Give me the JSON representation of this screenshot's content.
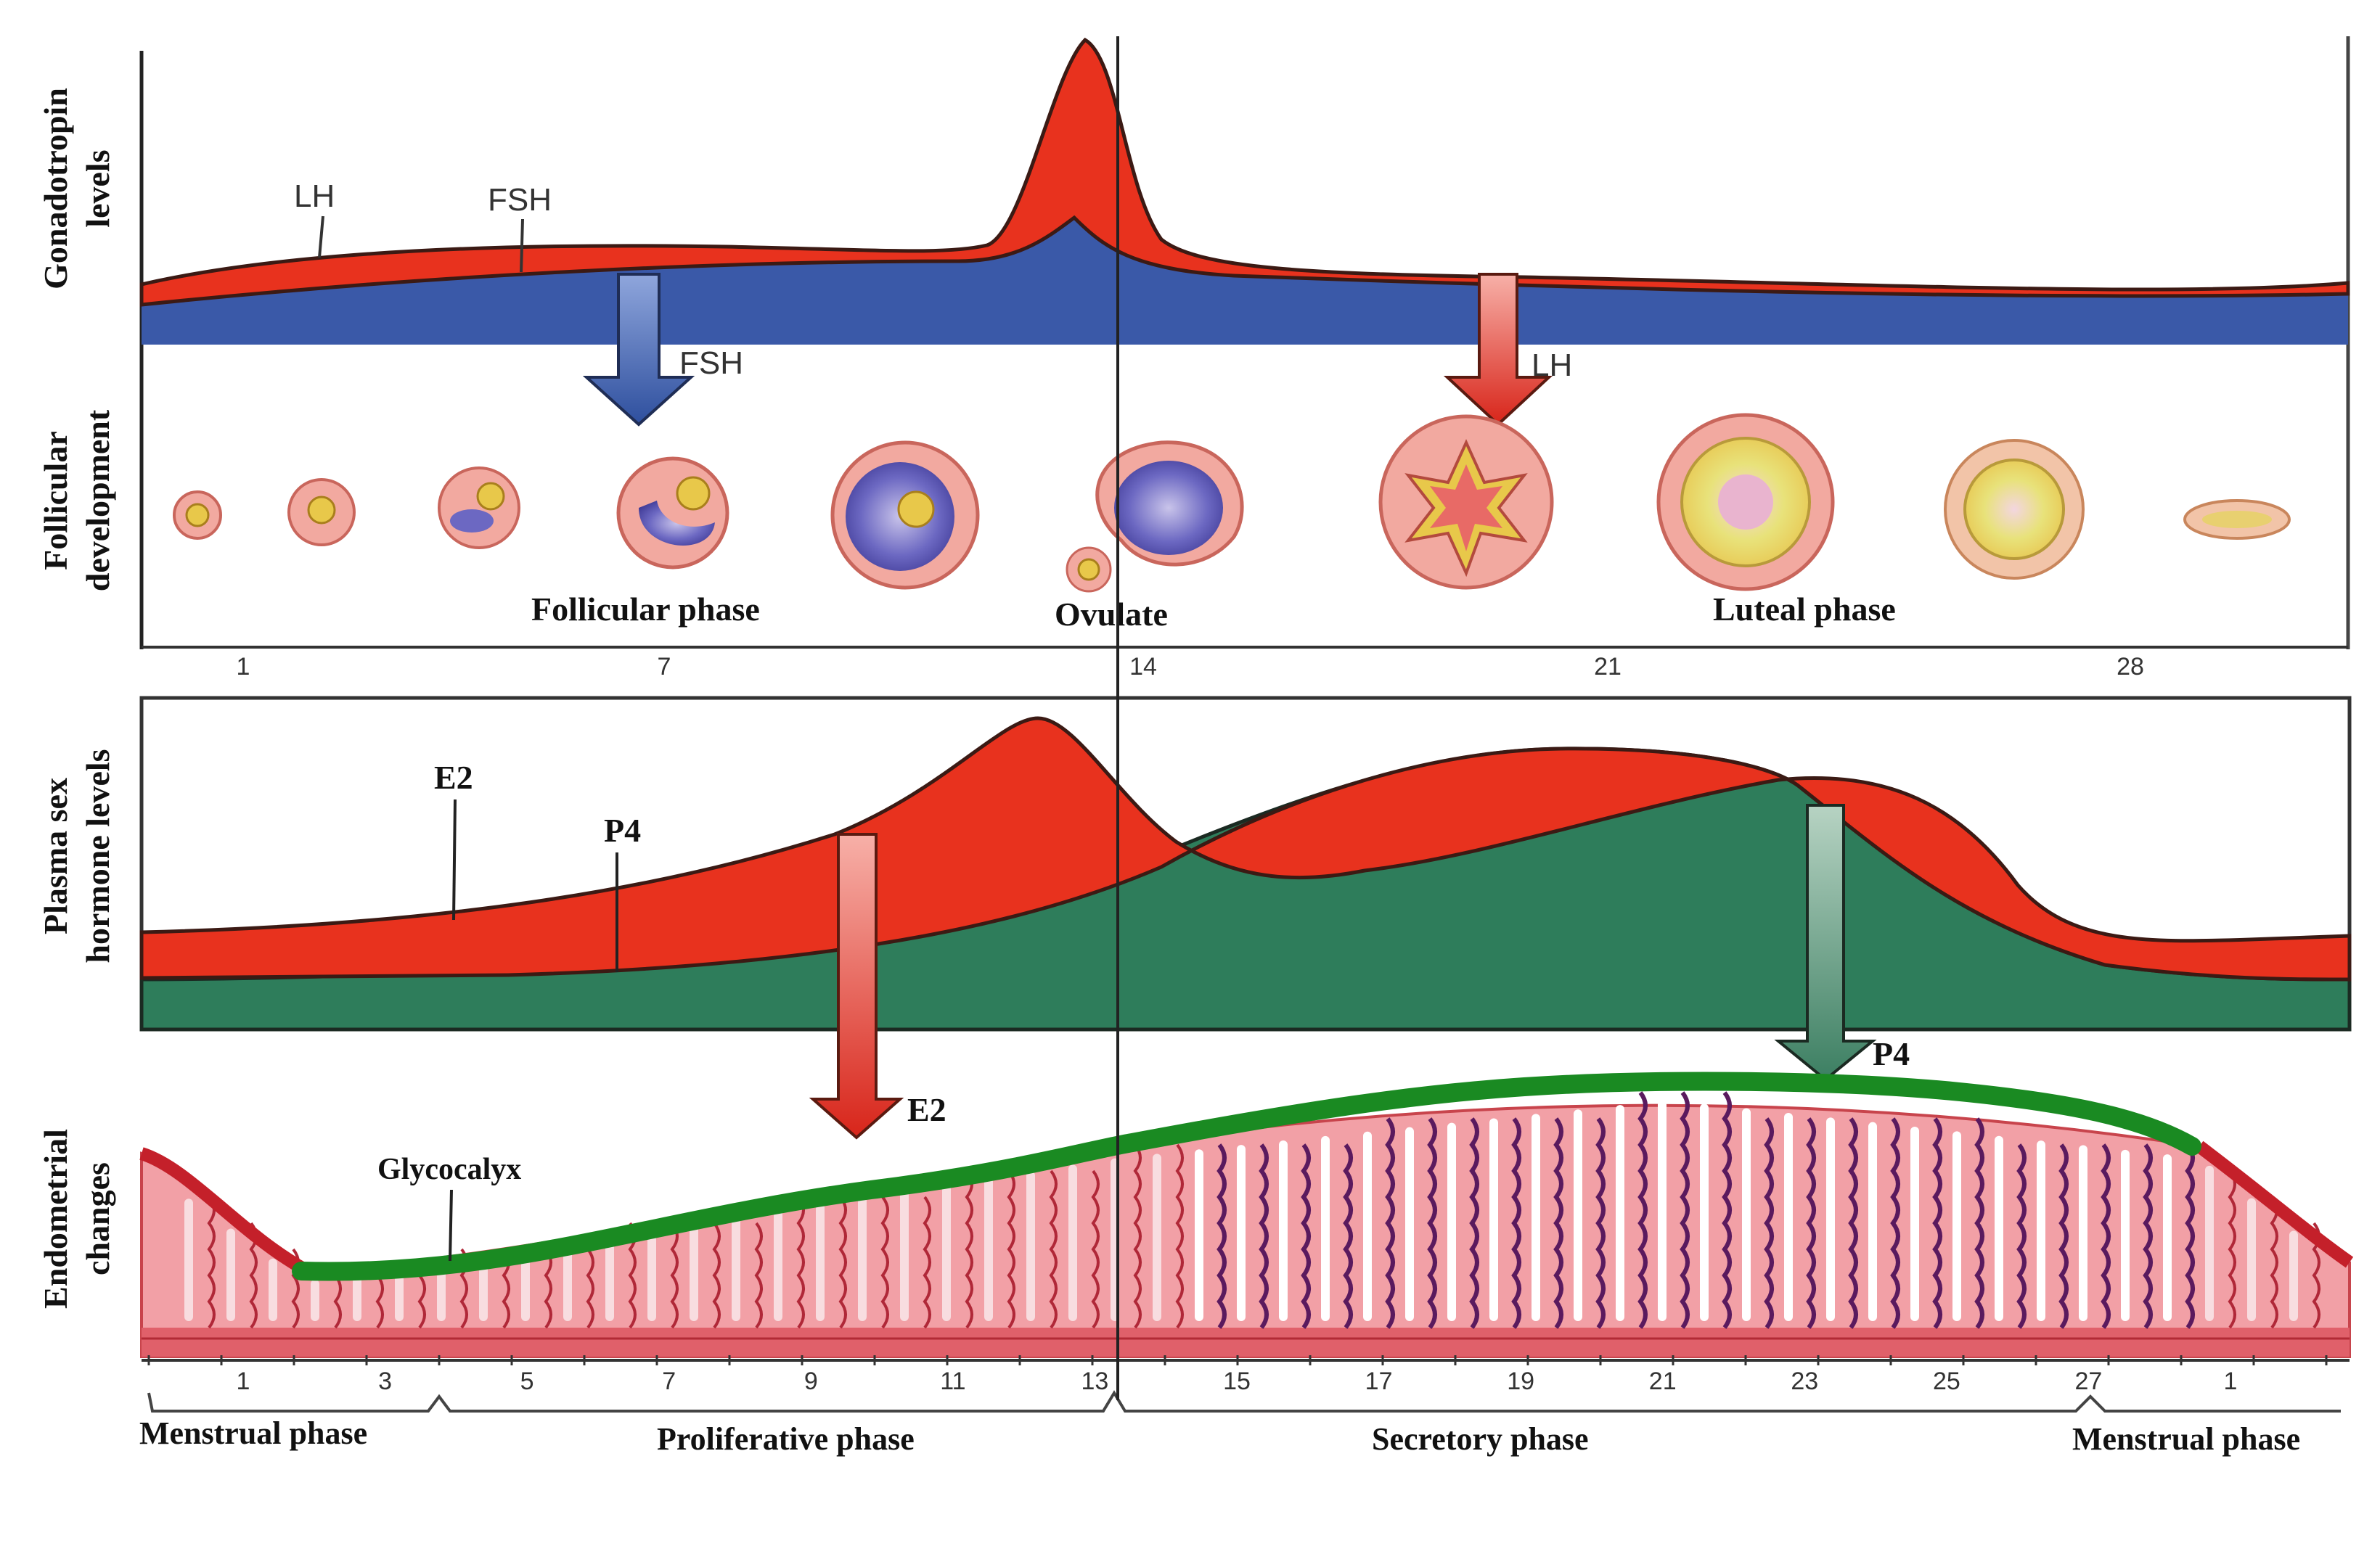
{
  "panels": {
    "gonadotropin": {
      "ylabel_line1": "Gonadotropin",
      "ylabel_line2": "levels",
      "lh_label": "LH",
      "fsh_label": "FSH",
      "fsh_arrow_label": "FSH",
      "lh_arrow_label": "LH"
    },
    "follicular": {
      "ylabel_line1": "Follicular",
      "ylabel_line2": "development",
      "follicular_phase": "Follicular phase",
      "ovulate": "Ovulate",
      "luteal_phase": "Luteal phase",
      "day_ticks": [
        "1",
        "7",
        "14",
        "21",
        "28"
      ]
    },
    "hormone": {
      "ylabel_line1": "Plasma sex",
      "ylabel_line2": "hormone levels",
      "e2_label": "E2",
      "p4_label": "P4",
      "e2_arrow_label": "E2",
      "p4_arrow_label": "P4"
    },
    "endometrial": {
      "ylabel_line1": "Endometrial",
      "ylabel_line2": "changes",
      "glycocalyx": "Glycocalyx",
      "day_ticks": [
        "1",
        "3",
        "5",
        "7",
        "9",
        "11",
        "13",
        "15",
        "17",
        "19",
        "21",
        "23",
        "25",
        "27",
        "1"
      ],
      "phases": [
        "Menstrual phase",
        "Proliferative phase",
        "Secretory phase",
        "Menstrual phase"
      ]
    }
  },
  "colors": {
    "lh": "#e8321e",
    "fsh": "#3a59a8",
    "estrogen": "#e8321e",
    "progesterone": "#2e7d5b",
    "glycocalyx": "#1a8a22",
    "endometrium": "#f2a0a6"
  }
}
